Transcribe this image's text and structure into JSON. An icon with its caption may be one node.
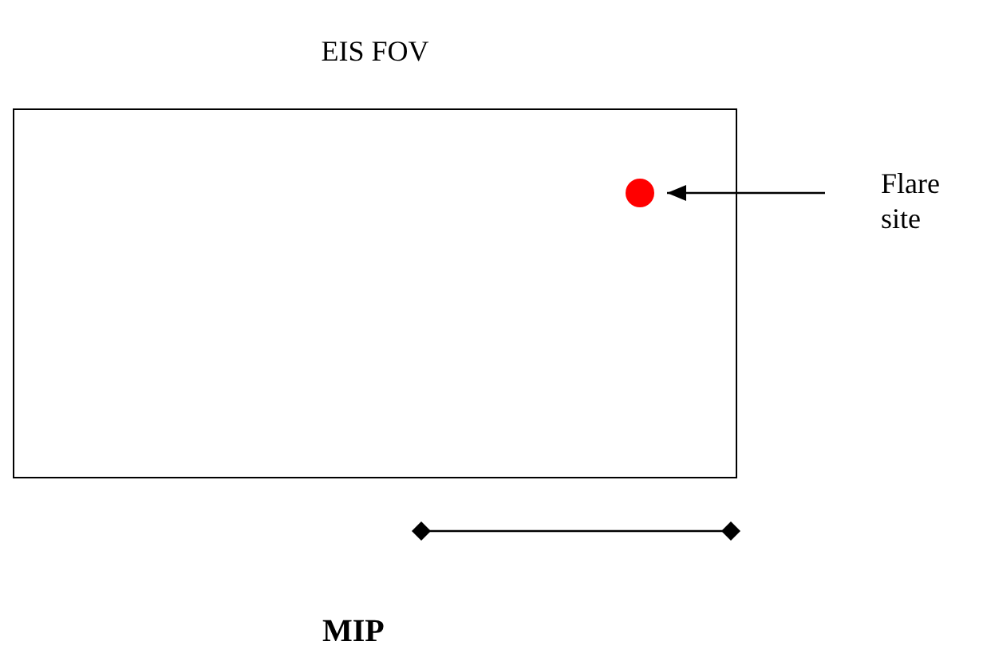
{
  "diagram": {
    "nodes": [
      {
        "text": [
          "EIS FOV"
        ]
      },
      {
        "text": [],
        "shape": "circle",
        "in": 0
      },
      {
        "text": [
          "Flare site"
        ]
      }
    ],
    "edges": [
      {
        "from": 2,
        "to": 1,
        "arrow": "to"
      }
    ],
    "labels": [
      "MIP"
    ]
  }
}
